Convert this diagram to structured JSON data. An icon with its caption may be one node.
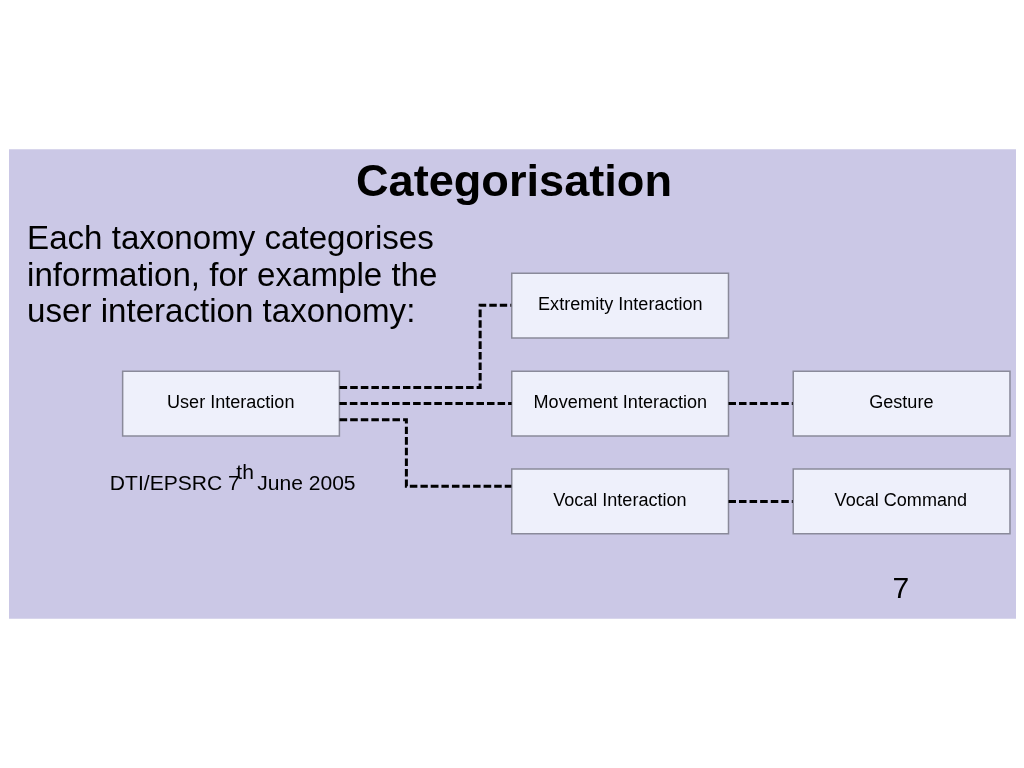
{
  "diagram": {
    "title": "Categorisation",
    "nodes": [
      {
        "text": [
          "User Interaction"
        ]
      },
      {
        "text": [
          "Extremity Interaction"
        ]
      },
      {
        "text": [
          "Movement Interaction"
        ]
      },
      {
        "text": [
          "Gesture"
        ]
      },
      {
        "text": [
          "Vocal Interaction"
        ]
      },
      {
        "text": [
          "Vocal Command"
        ]
      }
    ],
    "edges": [
      {
        "from": 0,
        "to": 1,
        "arrow": "none",
        "style": "dashed"
      },
      {
        "from": 0,
        "to": 2,
        "arrow": "none",
        "style": "dashed"
      },
      {
        "from": 2,
        "to": 3,
        "arrow": "none",
        "style": "dashed"
      },
      {
        "from": 0,
        "to": 4,
        "arrow": "none",
        "style": "dashed"
      },
      {
        "from": 4,
        "to": 5,
        "arrow": "none",
        "style": "dashed"
      }
    ],
    "labels": [
      "Each taxonomy categorises information, for example the user interaction taxonomy:",
      "DTI/EPSRC 7$^{th}$ June 2005",
      "7"
    ]
  }
}
